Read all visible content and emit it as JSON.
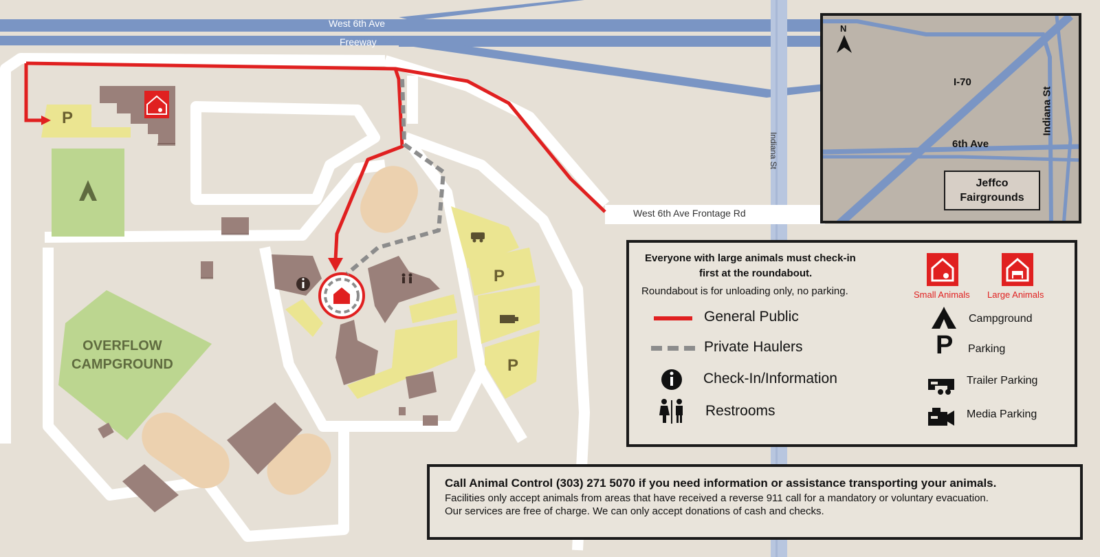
{
  "roads": {
    "west_6th_ave": "West 6th Ave",
    "freeway": "Freeway",
    "frontage_rd": "West 6th Ave Frontage Rd",
    "indiana_st": "Indiana St"
  },
  "areas": {
    "overflow_line1": "OVERFLOW",
    "overflow_line2": "CAMPGROUND"
  },
  "parking_symbol": "P",
  "inset": {
    "north": "N",
    "i70": "I-70",
    "indiana": "Indiana St",
    "sixth": "6th Ave",
    "fair_line1": "Jeffco",
    "fair_line2": "Fairgrounds"
  },
  "legend": {
    "note_line1": "Everyone with large animals must check-in",
    "note_line2": "first at the roundabout.",
    "note_line3": "Roundabout is for unloading only, no parking.",
    "small_animals": "Small Animals",
    "large_animals": "Large Animals",
    "general_public": "General Public",
    "private_haulers": "Private Haulers",
    "checkin": "Check-In/Information",
    "restrooms": "Restrooms",
    "campground": "Campground",
    "parking": "Parking",
    "trailer_parking": "Trailer Parking",
    "media_parking": "Media Parking"
  },
  "notice": {
    "line1": "Call Animal Control (303) 271 5070 if you need information or assistance transporting your animals.",
    "line2": "Facilities only accept animals from areas that have received a reverse 911 call for a mandatory or voluntary evacuation.",
    "line3": "Our services are free of charge.  We can only accept donations of cash and checks."
  },
  "colors": {
    "route_general": "#e02020",
    "route_haulers": "#8c8c8c",
    "highway": "#7a95c4",
    "building": "#9a807a",
    "parking": "#ebe591",
    "campground": "#bcd690",
    "arena": "#ecd1af"
  },
  "icons": [
    "tent-icon",
    "info-icon",
    "restroom-icon",
    "house-icon",
    "trailer-icon",
    "media-icon",
    "north-arrow-icon"
  ]
}
